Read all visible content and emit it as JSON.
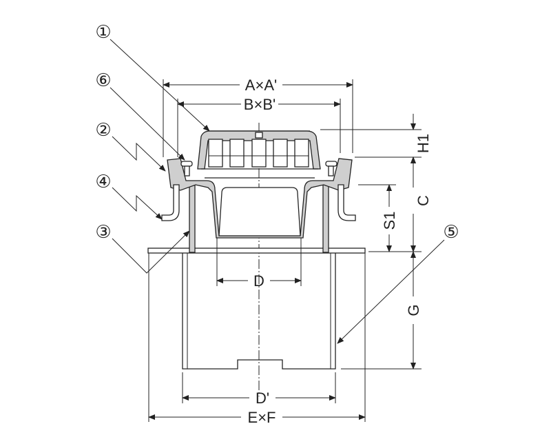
{
  "parts": {
    "p1": "①",
    "p2": "②",
    "p3": "③",
    "p4": "④",
    "p5": "⑤",
    "p6": "⑥"
  },
  "dimensions": {
    "a": "A×A'",
    "b": "B×B'",
    "h1": "H1",
    "c": "C",
    "s1": "S1",
    "d": "D",
    "g": "G",
    "d_prime": "D'",
    "ef": "E×F"
  }
}
